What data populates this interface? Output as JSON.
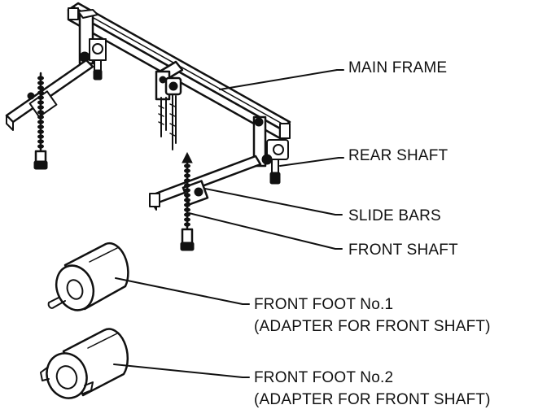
{
  "labels": {
    "main_frame": "MAIN FRAME",
    "rear_shaft": "REAR SHAFT",
    "slide_bars": "SLIDE BARS",
    "front_shaft": "FRONT SHAFT",
    "front_foot_1_line1": "FRONT FOOT No.1",
    "front_foot_1_line2": "(ADAPTER FOR FRONT SHAFT)",
    "front_foot_2_line1": "FRONT FOOT No.2",
    "front_foot_2_line2": "(ADAPTER FOR FRONT SHAFT)"
  },
  "colors": {
    "ink": "#111111",
    "background": "#ffffff"
  }
}
